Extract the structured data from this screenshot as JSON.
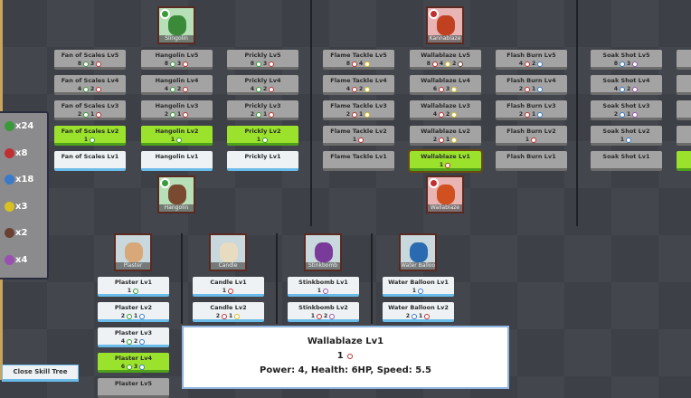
{
  "element_colors": {
    "nature": "#3a9a3a",
    "fire": "#c03030",
    "water": "#3a7ac8",
    "electric": "#d8c020",
    "earth": "#6a4030",
    "toxic": "#9a50b0"
  },
  "resources": [
    {
      "element": "nature",
      "icon": "leaf-icon",
      "label": "x24"
    },
    {
      "element": "fire",
      "icon": "flame-icon",
      "label": "x8"
    },
    {
      "element": "water",
      "icon": "droplet-icon",
      "label": "x18"
    },
    {
      "element": "electric",
      "icon": "bolt-icon",
      "label": "x3"
    },
    {
      "element": "earth",
      "icon": "rock-icon",
      "label": "x2"
    },
    {
      "element": "toxic",
      "icon": "toxic-icon",
      "label": "x4"
    }
  ],
  "top_trees": [
    {
      "top": {
        "name": "Slingolin",
        "element": "nature",
        "bg": "#b8e0b8"
      },
      "bottom": {
        "name": "Hangolin",
        "element": "nature",
        "bg": "#b8e0b8"
      },
      "columns": [
        {
          "cards": [
            {
              "label": "Fan of Scales Lv5",
              "state": "locked",
              "cost": [
                [
                  "8",
                  "nature"
                ],
                [
                  "3",
                  "fire"
                ]
              ]
            },
            {
              "label": "Fan of Scales Lv4",
              "state": "locked",
              "cost": [
                [
                  "4",
                  "nature"
                ],
                [
                  "2",
                  "fire"
                ]
              ]
            },
            {
              "label": "Fan of Scales Lv3",
              "state": "locked",
              "cost": [
                [
                  "2",
                  "nature"
                ],
                [
                  "1",
                  "fire"
                ]
              ]
            },
            {
              "label": "Fan of Scales Lv2",
              "state": "unlocked",
              "cost": [
                [
                  "1",
                  "nature"
                ]
              ]
            },
            {
              "label": "Fan of Scales Lv1",
              "state": "owned",
              "cost": []
            }
          ]
        },
        {
          "cards": [
            {
              "label": "Hangolin Lv5",
              "state": "locked",
              "cost": [
                [
                  "8",
                  "nature"
                ],
                [
                  "3",
                  "fire"
                ]
              ]
            },
            {
              "label": "Hangolin Lv4",
              "state": "locked",
              "cost": [
                [
                  "4",
                  "nature"
                ],
                [
                  "2",
                  "fire"
                ]
              ]
            },
            {
              "label": "Hangolin Lv3",
              "state": "locked",
              "cost": [
                [
                  "2",
                  "nature"
                ],
                [
                  "1",
                  "fire"
                ]
              ]
            },
            {
              "label": "Hangolin Lv2",
              "state": "unlocked",
              "cost": [
                [
                  "1",
                  "nature"
                ]
              ]
            },
            {
              "label": "Hangolin Lv1",
              "state": "owned",
              "cost": []
            }
          ]
        },
        {
          "cards": [
            {
              "label": "Prickly Lv5",
              "state": "locked",
              "cost": [
                [
                  "8",
                  "nature"
                ],
                [
                  "3",
                  "fire"
                ]
              ]
            },
            {
              "label": "Prickly Lv4",
              "state": "locked",
              "cost": [
                [
                  "4",
                  "nature"
                ],
                [
                  "2",
                  "fire"
                ]
              ]
            },
            {
              "label": "Prickly Lv3",
              "state": "locked",
              "cost": [
                [
                  "2",
                  "nature"
                ],
                [
                  "1",
                  "fire"
                ]
              ]
            },
            {
              "label": "Prickly Lv2",
              "state": "unlocked",
              "cost": [
                [
                  "1",
                  "nature"
                ]
              ]
            },
            {
              "label": "Prickly Lv1",
              "state": "owned",
              "cost": []
            }
          ]
        }
      ]
    },
    {
      "top": {
        "name": "Kannablaze",
        "element": "fire",
        "bg": "#e8b4b4"
      },
      "bottom": {
        "name": "Wallablaze",
        "element": "fire",
        "bg": "#e8b4b4"
      },
      "columns": [
        {
          "cards": [
            {
              "label": "Flame Tackle Lv5",
              "state": "locked",
              "cost": [
                [
                  "8",
                  "fire"
                ],
                [
                  "4",
                  "electric"
                ]
              ]
            },
            {
              "label": "Flame Tackle Lv4",
              "state": "locked",
              "cost": [
                [
                  "4",
                  "fire"
                ],
                [
                  "2",
                  "electric"
                ]
              ]
            },
            {
              "label": "Flame Tackle Lv3",
              "state": "locked",
              "cost": [
                [
                  "2",
                  "fire"
                ],
                [
                  "1",
                  "electric"
                ]
              ]
            },
            {
              "label": "Flame Tackle Lv2",
              "state": "locked",
              "cost": [
                [
                  "1",
                  "fire"
                ]
              ]
            },
            {
              "label": "Flame Tackle Lv1",
              "state": "locked",
              "cost": []
            }
          ]
        },
        {
          "cards": [
            {
              "label": "Wallablaze Lv5",
              "state": "locked",
              "cost": [
                [
                  "8",
                  "fire"
                ],
                [
                  "4",
                  "electric"
                ],
                [
                  "2",
                  "earth"
                ]
              ]
            },
            {
              "label": "Wallablaze Lv4",
              "state": "locked",
              "cost": [
                [
                  "6",
                  "fire"
                ],
                [
                  "3",
                  "electric"
                ]
              ]
            },
            {
              "label": "Wallablaze Lv3",
              "state": "locked",
              "cost": [
                [
                  "4",
                  "fire"
                ],
                [
                  "2",
                  "electric"
                ]
              ]
            },
            {
              "label": "Wallablaze Lv2",
              "state": "locked",
              "cost": [
                [
                  "2",
                  "fire"
                ],
                [
                  "1",
                  "electric"
                ]
              ]
            },
            {
              "label": "Wallablaze Lv1",
              "state": "unlocked selected",
              "cost": [
                [
                  "1",
                  "fire"
                ]
              ]
            }
          ]
        },
        {
          "cards": [
            {
              "label": "Flash Burn Lv5",
              "state": "locked",
              "cost": [
                [
                  "4",
                  "fire"
                ],
                [
                  "2",
                  "water"
                ]
              ]
            },
            {
              "label": "Flash Burn Lv4",
              "state": "locked",
              "cost": [
                [
                  "2",
                  "fire"
                ],
                [
                  "1",
                  "water"
                ]
              ]
            },
            {
              "label": "Flash Burn Lv3",
              "state": "locked",
              "cost": [
                [
                  "2",
                  "fire"
                ],
                [
                  "1",
                  "water"
                ]
              ]
            },
            {
              "label": "Flash Burn Lv2",
              "state": "locked",
              "cost": [
                [
                  "1",
                  "fire"
                ]
              ]
            },
            {
              "label": "Flash Burn Lv1",
              "state": "locked",
              "cost": []
            }
          ]
        }
      ]
    },
    {
      "columns": [
        {
          "cards": [
            {
              "label": "Soak Shot Lv5",
              "state": "locked",
              "cost": [
                [
                  "8",
                  "water"
                ],
                [
                  "3",
                  "toxic"
                ]
              ]
            },
            {
              "label": "Soak Shot Lv4",
              "state": "locked",
              "cost": [
                [
                  "4",
                  "water"
                ],
                [
                  "2",
                  "toxic"
                ]
              ]
            },
            {
              "label": "Soak Shot Lv3",
              "state": "locked",
              "cost": [
                [
                  "2",
                  "water"
                ],
                [
                  "1",
                  "toxic"
                ]
              ]
            },
            {
              "label": "Soak Shot Lv2",
              "state": "locked",
              "cost": [
                [
                  "1",
                  "water"
                ]
              ]
            },
            {
              "label": "Soak Shot Lv1",
              "state": "locked",
              "cost": []
            }
          ]
        },
        {
          "cards": [
            {
              "label": "",
              "state": "locked",
              "cost": []
            },
            {
              "label": "",
              "state": "locked",
              "cost": []
            },
            {
              "label": "",
              "state": "locked",
              "cost": []
            },
            {
              "label": "",
              "state": "locked",
              "cost": []
            },
            {
              "label": "",
              "state": "unlocked",
              "cost": []
            }
          ]
        }
      ]
    }
  ],
  "items": [
    {
      "name": "Plaster",
      "bg": "#c8d8dc",
      "art": "#d9a878",
      "cards": [
        {
          "label": "Plaster Lv1",
          "state": "owned",
          "cost": [
            [
              "1",
              "nature"
            ]
          ]
        },
        {
          "label": "Plaster Lv2",
          "state": "owned",
          "cost": [
            [
              "2",
              "nature"
            ],
            [
              "1",
              "water"
            ]
          ]
        },
        {
          "label": "Plaster Lv3",
          "state": "owned",
          "cost": [
            [
              "4",
              "nature"
            ],
            [
              "2",
              "water"
            ]
          ]
        },
        {
          "label": "Plaster Lv4",
          "state": "unlocked",
          "cost": [
            [
              "6",
              "nature"
            ],
            [
              "3",
              "water"
            ]
          ]
        },
        {
          "label": "Plaster Lv5",
          "state": "locked",
          "cost": []
        }
      ]
    },
    {
      "name": "Candle",
      "bg": "#c8d8dc",
      "art": "#e8dcc0",
      "cards": [
        {
          "label": "Candle Lv1",
          "state": "owned",
          "cost": [
            [
              "1",
              "fire"
            ]
          ]
        },
        {
          "label": "Candle Lv2",
          "state": "owned",
          "cost": [
            [
              "2",
              "fire"
            ],
            [
              "1",
              "electric"
            ]
          ]
        }
      ]
    },
    {
      "name": "Stinkbomb",
      "bg": "#c8d8dc",
      "art": "#7a3a9a",
      "cards": [
        {
          "label": "Stinkbomb Lv1",
          "state": "owned",
          "cost": [
            [
              "1",
              "toxic"
            ]
          ]
        },
        {
          "label": "Stinkbomb Lv2",
          "state": "owned",
          "cost": [
            [
              "1",
              "fire"
            ],
            [
              "2",
              "toxic"
            ]
          ]
        }
      ]
    },
    {
      "name": "Water Balloon",
      "bg": "#c8d8dc",
      "art": "#2a6ab0",
      "cards": [
        {
          "label": "Water Balloon Lv1",
          "state": "owned",
          "cost": [
            [
              "1",
              "water"
            ]
          ]
        },
        {
          "label": "Water Balloon Lv2",
          "state": "owned",
          "cost": [
            [
              "2",
              "water"
            ],
            [
              "1",
              "fire"
            ]
          ]
        }
      ]
    }
  ],
  "tooltip": {
    "title": "Wallablaze Lv1",
    "cost_count": "1",
    "cost_element": "fire",
    "stats": "Power: 4, Health: 6HP, Speed: 5.5"
  },
  "close_button": "Close Skill Tree"
}
